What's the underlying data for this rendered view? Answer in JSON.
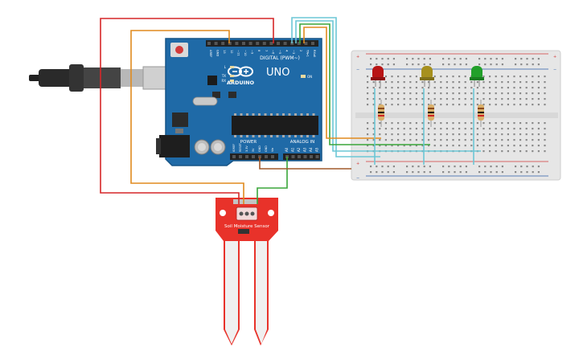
{
  "arduino": {
    "brand": "ARDUINO",
    "model": "UNO",
    "digital_header": "DIGITAL (PWM~)",
    "power_header": "POWER",
    "analog_header": "ANALOG IN",
    "pins_digital": [
      "AREF",
      "GND",
      "13",
      "12",
      "~11",
      "~10",
      "~9",
      "8",
      "7",
      "~6",
      "~5",
      "4",
      "~3",
      "2",
      "TX▸1",
      "RX◂0"
    ],
    "pins_power": [
      "IOREF",
      "RESET",
      "3.3V",
      "5V",
      "GND",
      "GND",
      "Vin"
    ],
    "pins_analog": [
      "A0",
      "A1",
      "A2",
      "A3",
      "A4",
      "A5"
    ],
    "led_labels": [
      "L",
      "TX",
      "RX"
    ],
    "on_label": "ON"
  },
  "sensor": {
    "title": "Soil Moisture Sensor"
  },
  "leds": [
    {
      "color": "red",
      "hex": "#b81414"
    },
    {
      "color": "yellow",
      "hex": "#a6901e"
    },
    {
      "color": "green",
      "hex": "#22a02a"
    }
  ],
  "colors": {
    "wire_red": "#d62728",
    "wire_orange": "#e08a1e",
    "wire_green": "#3aa63a",
    "wire_cyan": "#6cc7d6",
    "wire_brown": "#a0582a",
    "board_blue": "#1f6aa7",
    "sensor_red": "#e8322a",
    "breadboard": "#e9e9e9"
  }
}
